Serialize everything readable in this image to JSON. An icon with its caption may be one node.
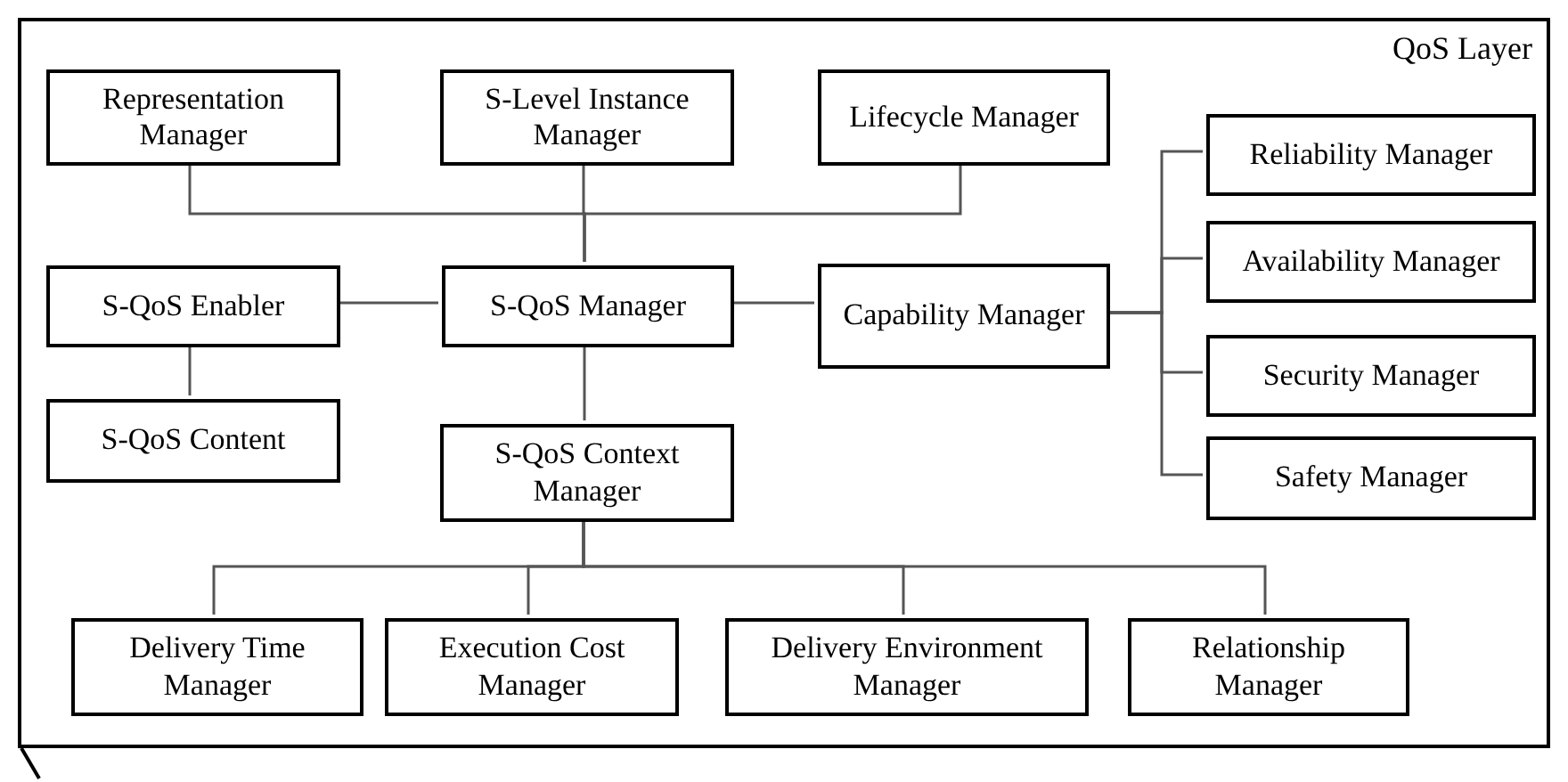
{
  "diagram": {
    "nodes": [
      {
        "text": [
          "QoS Layer"
        ]
      },
      {
        "text": [
          "Representation Manager"
        ],
        "in": 0
      },
      {
        "text": [
          "S-Level Instance Manager"
        ],
        "in": 0
      },
      {
        "text": [
          "Lifecycle Manager"
        ],
        "in": 0
      },
      {
        "text": [
          "Reliability Manager"
        ],
        "in": 0
      },
      {
        "text": [
          "S-QoS Enabler"
        ],
        "in": 0
      },
      {
        "text": [
          "S-QoS Manager"
        ],
        "in": 0
      },
      {
        "text": [
          "Capability Manager"
        ],
        "in": 0
      },
      {
        "text": [
          "Availability Manager"
        ],
        "in": 0
      },
      {
        "text": [
          "Security Manager"
        ],
        "in": 0
      },
      {
        "text": [
          "S-QoS Content"
        ],
        "in": 0
      },
      {
        "text": [
          "S-QoS Context Manager"
        ],
        "in": 0
      },
      {
        "text": [
          "Safety Manager"
        ],
        "in": 0
      },
      {
        "text": [
          "Delivery Time Manager"
        ],
        "in": 0
      },
      {
        "text": [
          "Execution Cost Manager"
        ],
        "in": 0
      },
      {
        "text": [
          "Delivery Environment Manager"
        ],
        "in": 0
      },
      {
        "text": [
          "Relationship Manager"
        ],
        "in": 0
      }
    ],
    "edges": [
      {
        "from": 1,
        "to": 6,
        "arrow": "none"
      },
      {
        "from": 2,
        "to": 6,
        "arrow": "none"
      },
      {
        "from": 3,
        "to": 6,
        "arrow": "none"
      },
      {
        "from": 5,
        "to": 6,
        "arrow": "none"
      },
      {
        "from": 5,
        "to": 10,
        "arrow": "none"
      },
      {
        "from": 6,
        "to": 7,
        "arrow": "none"
      },
      {
        "from": 6,
        "to": 11,
        "arrow": "none"
      },
      {
        "from": 7,
        "to": 4,
        "arrow": "none"
      },
      {
        "from": 7,
        "to": 8,
        "arrow": "none"
      },
      {
        "from": 7,
        "to": 9,
        "arrow": "none"
      },
      {
        "from": 7,
        "to": 12,
        "arrow": "none"
      },
      {
        "from": 11,
        "to": 13,
        "arrow": "none"
      },
      {
        "from": 11,
        "to": 14,
        "arrow": "none"
      },
      {
        "from": 11,
        "to": 15,
        "arrow": "none"
      },
      {
        "from": 11,
        "to": 16,
        "arrow": "none"
      }
    ]
  }
}
